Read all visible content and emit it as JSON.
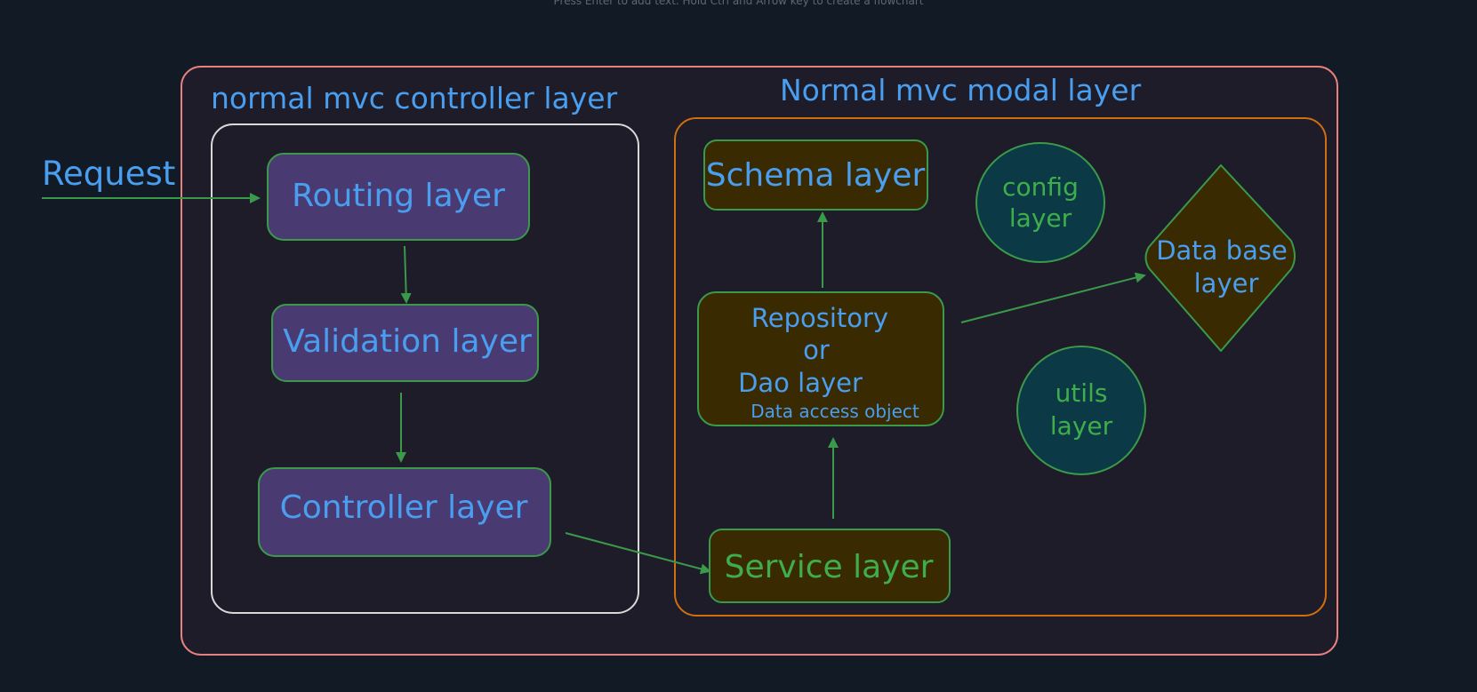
{
  "hint": "Press Enter to add text. Hold Ctrl and Arrow key to create a flowchart",
  "labels": {
    "request": "Request",
    "controller_group": "normal mvc controller layer",
    "modal_group": "Normal mvc modal layer"
  },
  "nodes": {
    "routing": "Routing layer",
    "validation": "Validation layer",
    "controller": "Controller layer",
    "schema": "Schema layer",
    "repository": [
      "Repository",
      "or",
      "Dao layer"
    ],
    "repository_sub": "Data access object",
    "service": "Service layer",
    "config": [
      "config",
      "layer"
    ],
    "utils": [
      "utils",
      "layer"
    ],
    "database": [
      "Data base",
      "layer"
    ]
  },
  "colors": {
    "background": "#121b25",
    "text_blue": "#4a9eef",
    "edge_green": "#3a9a4a",
    "purple_fill": "#4a3a72",
    "brown_fill": "#392a02",
    "teal_fill": "#0b3a46",
    "outer_border": "#e88080",
    "modal_border": "#d06e10",
    "controller_border": "#d8d8d8"
  }
}
